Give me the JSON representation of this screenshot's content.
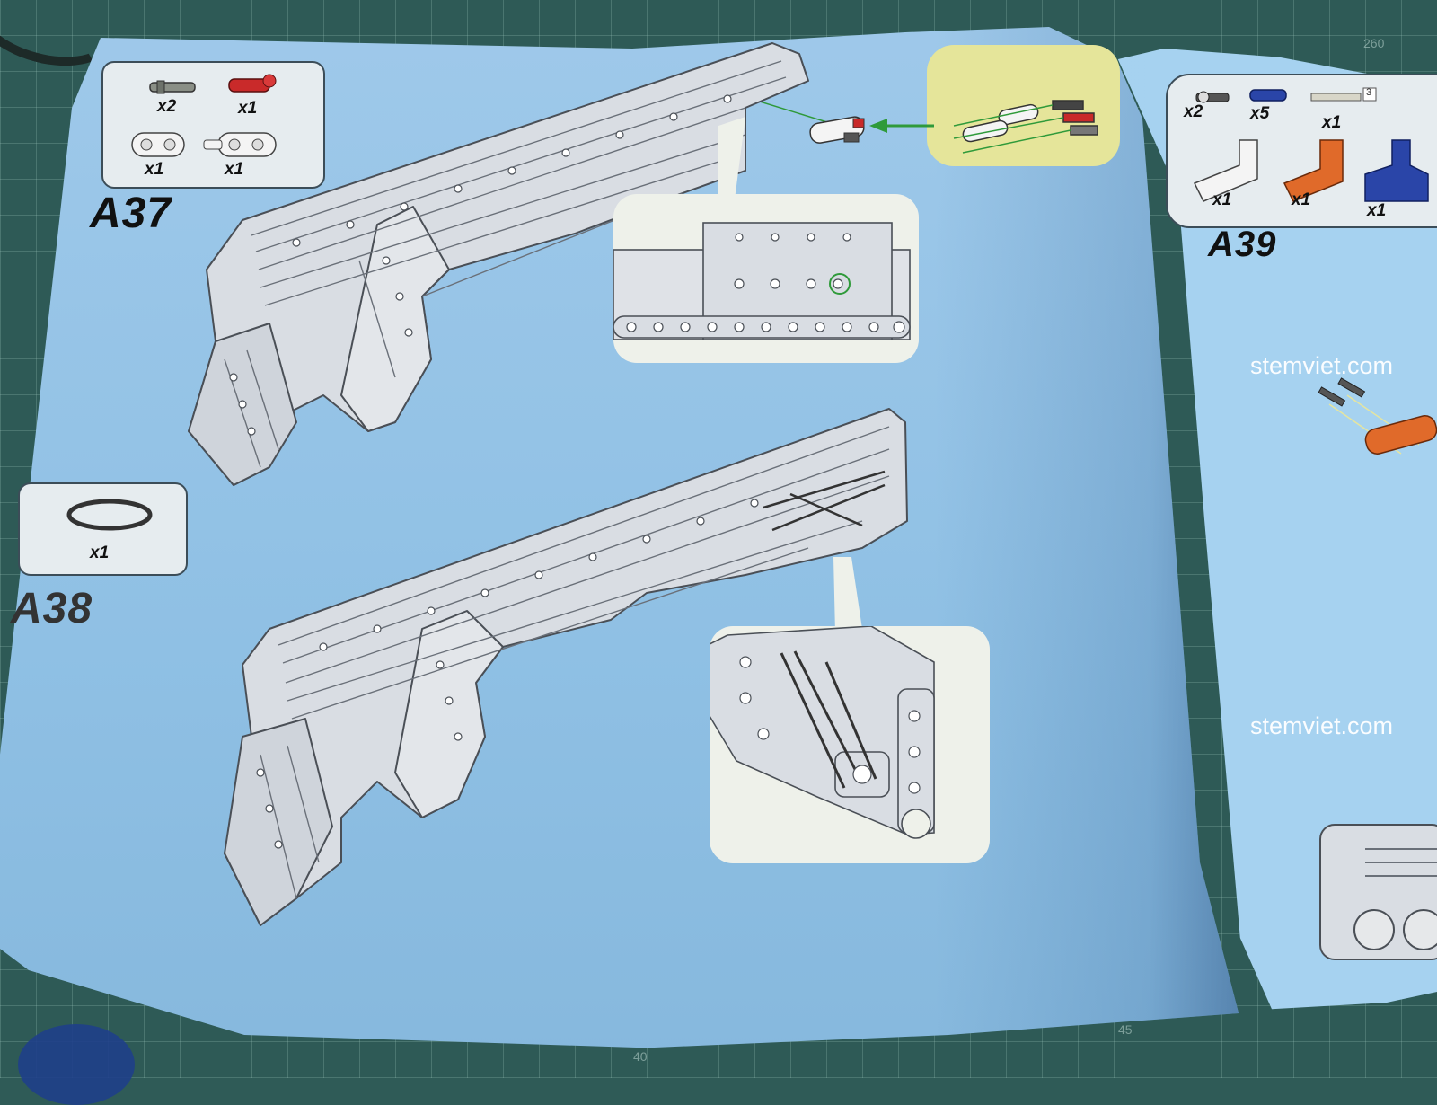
{
  "left_page": {
    "step_a37": {
      "label": "A37",
      "parts": [
        {
          "icon": "grey-axle-pin-icon",
          "qty": "x2"
        },
        {
          "icon": "red-axle-pin-icon",
          "qty": "x1"
        },
        {
          "icon": "white-liftarm-icon",
          "qty": "x1"
        },
        {
          "icon": "white-liftarm-with-pin-icon",
          "qty": "x1"
        }
      ]
    },
    "step_a38": {
      "label": "A38",
      "parts": [
        {
          "icon": "rubber-band-icon",
          "qty": "x1"
        }
      ]
    }
  },
  "right_page": {
    "step_a39": {
      "label": "A39",
      "parts": [
        {
          "icon": "axle-pin-icon",
          "qty": "x2"
        },
        {
          "icon": "blue-pin-icon",
          "qty": "x5"
        },
        {
          "icon": "axle-3-icon",
          "qty": "x1",
          "badge": "3"
        },
        {
          "icon": "white-angle-beam-icon",
          "qty": "x1"
        },
        {
          "icon": "orange-angle-beam-icon",
          "qty": "x1"
        },
        {
          "icon": "blue-t-beam-icon",
          "qty": "x1"
        }
      ]
    }
  },
  "watermarks": [
    "stemviet.com",
    "stemviet.com"
  ],
  "mat_numbers": [
    "260",
    "40",
    "45"
  ],
  "colors": {
    "page_blue": "#9fc9ea",
    "mat_green": "#2e5a56",
    "highlight_yellow": "#e5e59a",
    "part_red": "#c92a2a",
    "part_blue": "#2a45a8",
    "part_orange": "#e06a2a"
  }
}
